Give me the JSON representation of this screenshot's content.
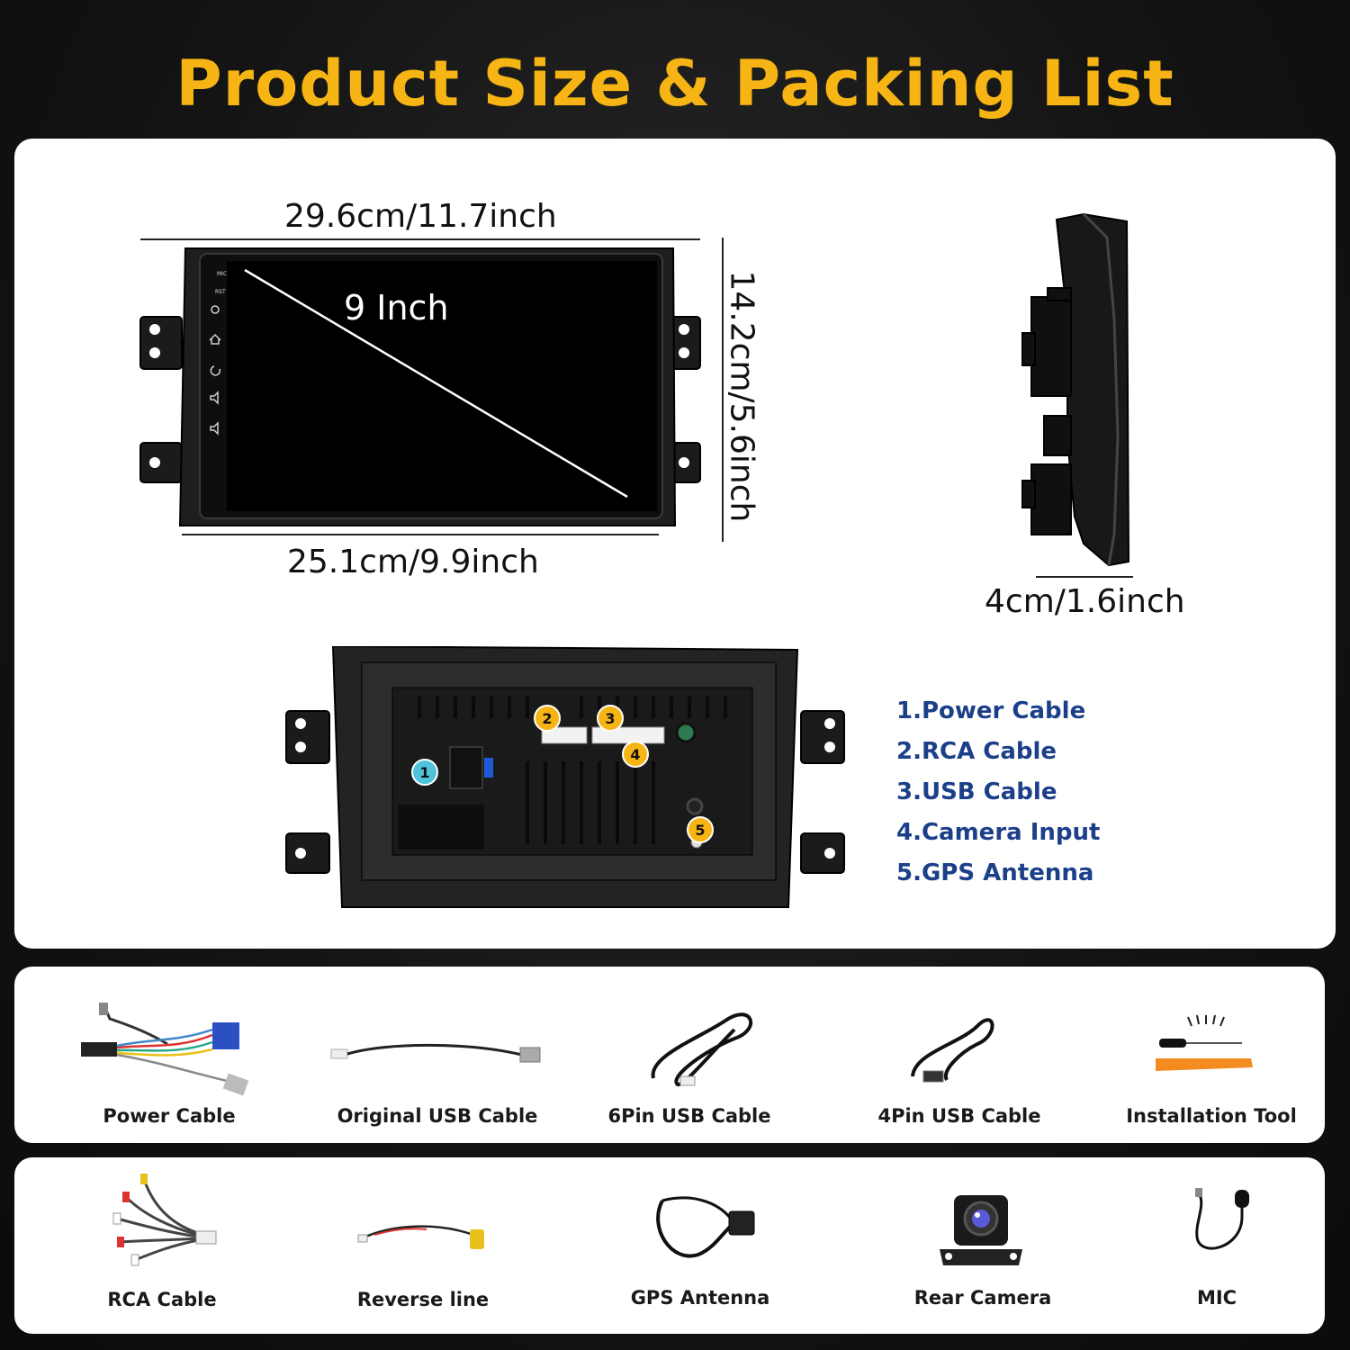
{
  "title": "Product Size & Packing List",
  "dimensions": {
    "top_width": "29.6cm/11.7inch",
    "bottom_width": "25.1cm/9.9inch",
    "height": "14.2cm/5.6inch",
    "depth": "4cm/1.6inch",
    "screen": "9 Inch"
  },
  "screen_icons": {
    "mic": "MIC",
    "rst": "RST"
  },
  "ports": [
    {
      "num": "1",
      "label": "1.Power Cable"
    },
    {
      "num": "2",
      "label": "2.RCA Cable"
    },
    {
      "num": "3",
      "label": "3.USB Cable"
    },
    {
      "num": "4",
      "label": "4.Camera Input"
    },
    {
      "num": "5",
      "label": "5.GPS Antenna"
    }
  ],
  "packing_row1": [
    {
      "label": "Power Cable",
      "icon": "power-cable-icon"
    },
    {
      "label": "Original USB Cable",
      "icon": "original-usb-cable-icon"
    },
    {
      "label": "6Pin USB Cable",
      "icon": "6pin-usb-cable-icon"
    },
    {
      "label": "4Pin USB Cable",
      "icon": "4pin-usb-cable-icon"
    },
    {
      "label": "Installation Tool",
      "icon": "installation-tool-icon"
    }
  ],
  "packing_row2": [
    {
      "label": "RCA Cable",
      "icon": "rca-cable-icon"
    },
    {
      "label": "Reverse line",
      "icon": "reverse-line-icon"
    },
    {
      "label": "GPS Antenna",
      "icon": "gps-antenna-icon"
    },
    {
      "label": "Rear Camera",
      "icon": "rear-camera-icon"
    },
    {
      "label": "MIC",
      "icon": "mic-icon"
    }
  ],
  "colors": {
    "title": "#f6b514",
    "port_text": "#1c3f8a",
    "badge": "#f6b514",
    "badge_port1": "#4fc3d9"
  }
}
